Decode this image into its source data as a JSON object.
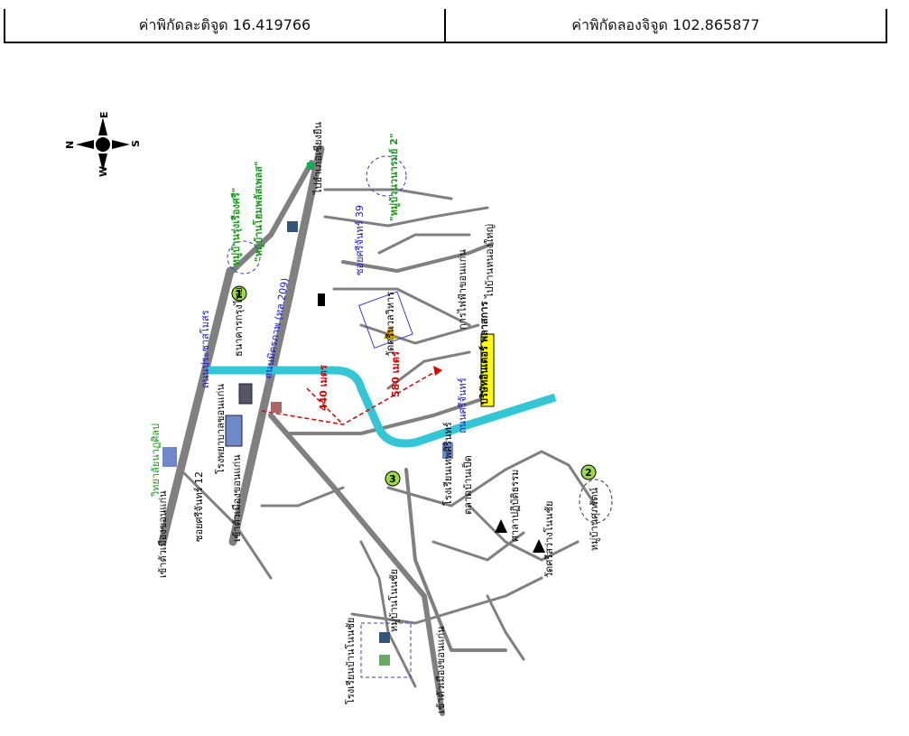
{
  "coordinates": {
    "latitude_label": "ค่าพิกัดละติจูด 16.419766",
    "longitude_label": "ค่าพิกัดลองจิจูด 102.865877"
  },
  "compass": {
    "n": "N",
    "e": "E",
    "s": "S",
    "w": "W"
  },
  "labels": {
    "highway_12": "ถนนประชาสโมสร",
    "mittraphap": "ถนนมิตรภาพ (ทล.209)",
    "ring_canal": "ถนนศรีจันทร์",
    "target": "บริษัทอินเตอร์ พลาสการ",
    "distance_440": "440 เมตร",
    "distance_580": "580 เมตร",
    "school": "โรงเรียนเทพศิรินทร์",
    "temple_1": "วัดศรีนวลวิหาร",
    "temple_2": "วัดศรีสว่างโนนชัย",
    "temple_3": "ศาลาปฏิบัติธรรม",
    "market": "ตลาดบ้านเป็ด",
    "electric": "การไฟฟ้าขอนแก่น",
    "nongyai": "ไปบ้านหนองใหญ่",
    "soi39": "ซอยศรีจันทร์ 39",
    "soi12": "ซอยศรีจันทร์ 12",
    "village_1": "\"หมู่บ้านรุ่งเรืองศรี\"",
    "village_2": "\"หมู่บ้านวนารมย์ 2\"",
    "village_3": "\"หมู่บ้านโฮมพลัสเพลส\"",
    "college": "วิทยาลัยนาฏศิลป",
    "hospital": "โรงพยาบาลขอนแก่น",
    "bankok": "ธนาคารกรุงไทย",
    "nonchai": "หมู่บ้านโนนชัย",
    "nonchai_school": "โรงเรียนบ้านโนนชัย",
    "rattana": "หมู่บ้านศุภรัตน์",
    "to_kk": "เข้าตัวเมืองขอนแก่น",
    "to_kk2": "เข้าตัวเมืองขอนแก่น",
    "to_kk3": "เข้าตัวเมืองขอนแก่น",
    "to_chumpae": "ไปอำเภอเชียงยืน",
    "n1": "1",
    "n2": "2",
    "n3": "3"
  },
  "colors": {
    "road": "#808080",
    "canal": "#33c7d6",
    "route": "#dd0000",
    "label_blue": "#1a1acc",
    "label_green": "#1a9a1a",
    "target_bg": "#ffff00"
  }
}
